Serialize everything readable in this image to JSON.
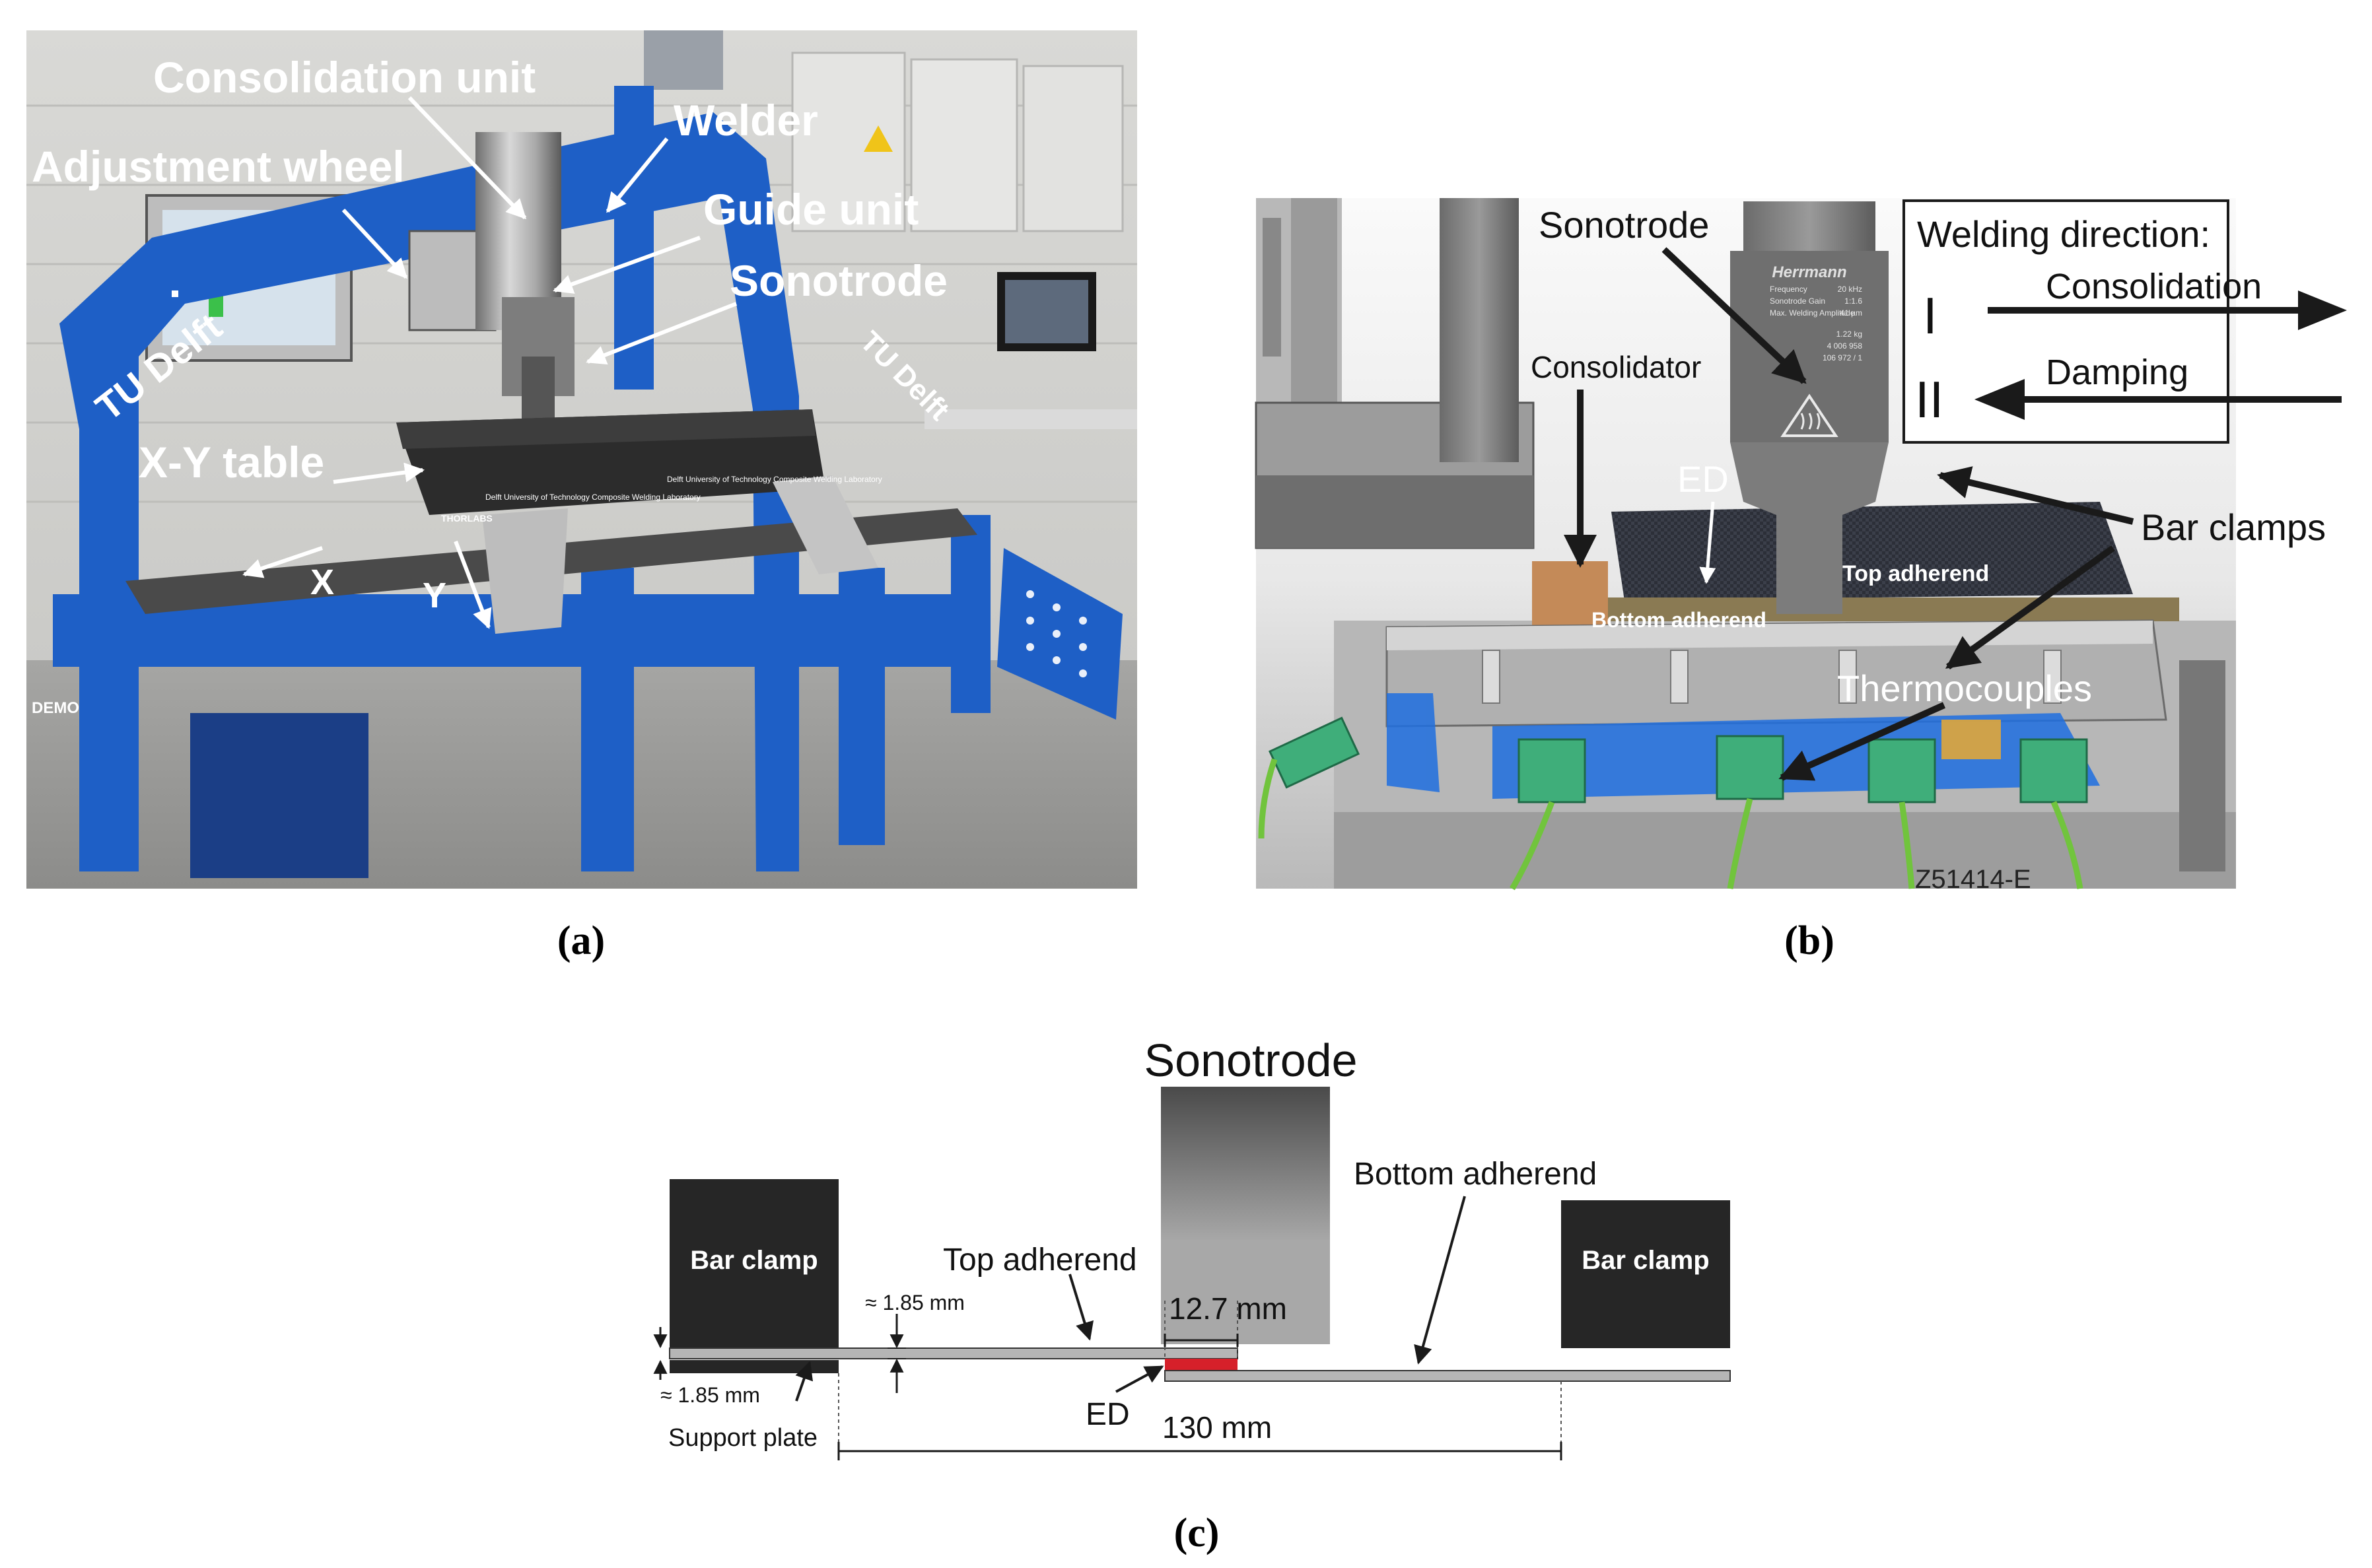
{
  "panel_a": {
    "caption": "(a)",
    "labels": {
      "consolidation_unit": "Consolidation unit",
      "welder": "Welder",
      "adjustment_wheel": "Adjustment wheel",
      "guide_unit": "Guide unit",
      "sonotrode": "Sonotrode",
      "xy_table": "X-Y table",
      "x_axis": "X",
      "y_axis": "Y"
    },
    "logo_text": "TU Delft",
    "demo_text": "DEMO",
    "plate_text_1": "Delft University of Technology Composite Welding Laboratory",
    "plate_text_2": "Delft University of Technology Composite Welding Laboratory",
    "thorlabs_text": "THORLABS"
  },
  "panel_b": {
    "caption": "(b)",
    "labels": {
      "sonotrode": "Sonotrode",
      "consolidator": "Consolidator",
      "ed": "ED",
      "bar_clamps": "Bar clamps",
      "top_adherend": "Top adherend",
      "bottom_adherend": "Bottom adherend",
      "thermocouples": "Thermocouples"
    },
    "legend": {
      "title": "Welding direction:",
      "row1_numeral": "I",
      "row1_label": "Consolidation",
      "row2_numeral": "II",
      "row2_label": "Damping"
    },
    "sonotrode_plate": {
      "brand": "Herrmann",
      "rows": [
        [
          "Frequency",
          "20 kHz"
        ],
        [
          "Sonotrode Gain",
          "1:1.6"
        ],
        [
          "Max. Welding Amplitude",
          "41 µm"
        ],
        [
          "",
          "1.22 kg"
        ],
        [
          "",
          "4 006 958"
        ],
        [
          "",
          "106 972 / 1"
        ]
      ]
    },
    "base_marking": "Z51414-E"
  },
  "panel_c": {
    "caption": "(c)",
    "labels": {
      "sonotrode": "Sonotrode",
      "bar_clamp_left": "Bar clamp",
      "bar_clamp_right": "Bar clamp",
      "top_adherend": "Top adherend",
      "bottom_adherend": "Bottom adherend",
      "thickness_top": "≈ 1.85 mm",
      "thickness_bottom": "≈ 1.85 mm",
      "support_plate": "Support plate",
      "ed": "ED",
      "sonotrode_width": "12.7 mm",
      "span": "130 mm"
    }
  },
  "colors": {
    "frame_blue": "#1e5fc6",
    "ed_red": "#d6202a",
    "clamp_dark": "#262626",
    "thermocouple_green": "#3fae7a",
    "tape_blue": "#1f6fe0"
  }
}
